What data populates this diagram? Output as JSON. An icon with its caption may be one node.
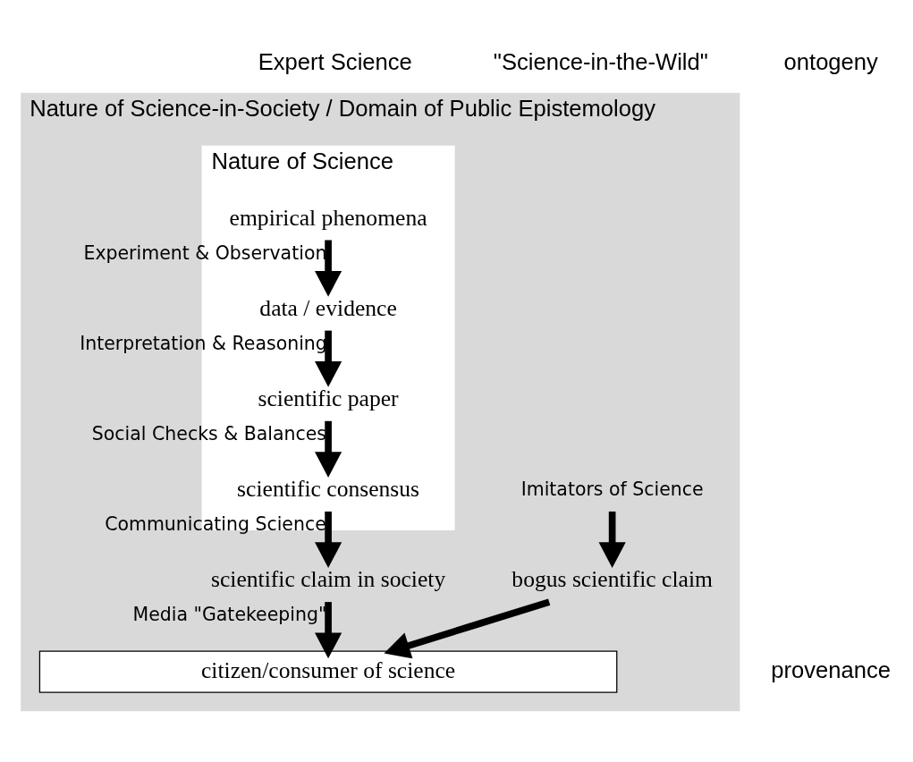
{
  "diagram": {
    "nodes": [
      {
        "text": [
          "Nature of Science-in-Society / Domain of Public Epistemology"
        ]
      },
      {
        "text": [
          "Nature of Science"
        ],
        "in": 0
      },
      {
        "text": [
          "empirical phenomena"
        ],
        "in": 1
      },
      {
        "text": [
          "data / evidence"
        ],
        "in": 1
      },
      {
        "text": [
          "scientific paper"
        ],
        "in": 1
      },
      {
        "text": [
          "scientific consensus"
        ],
        "in": 1
      },
      {
        "text": [
          "scientific claim in society"
        ],
        "in": 0
      },
      {
        "text": [
          "Imitators of Science"
        ],
        "in": 0
      },
      {
        "text": [
          "bogus scientific claim"
        ],
        "in": 0
      },
      {
        "text": [
          "citizen/consumer of science"
        ],
        "in": 0
      }
    ],
    "edges": [
      {
        "from": 2,
        "to": 3,
        "arrow": "to",
        "label": "Experiment & Observation"
      },
      {
        "from": 3,
        "to": 4,
        "arrow": "to",
        "label": "Interpretation & Reasoning"
      },
      {
        "from": 4,
        "to": 5,
        "arrow": "to",
        "label": "Social Checks & Balances"
      },
      {
        "from": 5,
        "to": 6,
        "arrow": "to",
        "label": "Communicating Science"
      },
      {
        "from": 6,
        "to": 9,
        "arrow": "to",
        "label": "Media \"Gatekeeping\""
      },
      {
        "from": 7,
        "to": 8,
        "arrow": "to"
      },
      {
        "from": 8,
        "to": 9,
        "arrow": "to"
      }
    ],
    "labels": [
      "Expert Science",
      "\"Science-in-the-Wild\"",
      "ontogeny",
      "provenance"
    ]
  }
}
